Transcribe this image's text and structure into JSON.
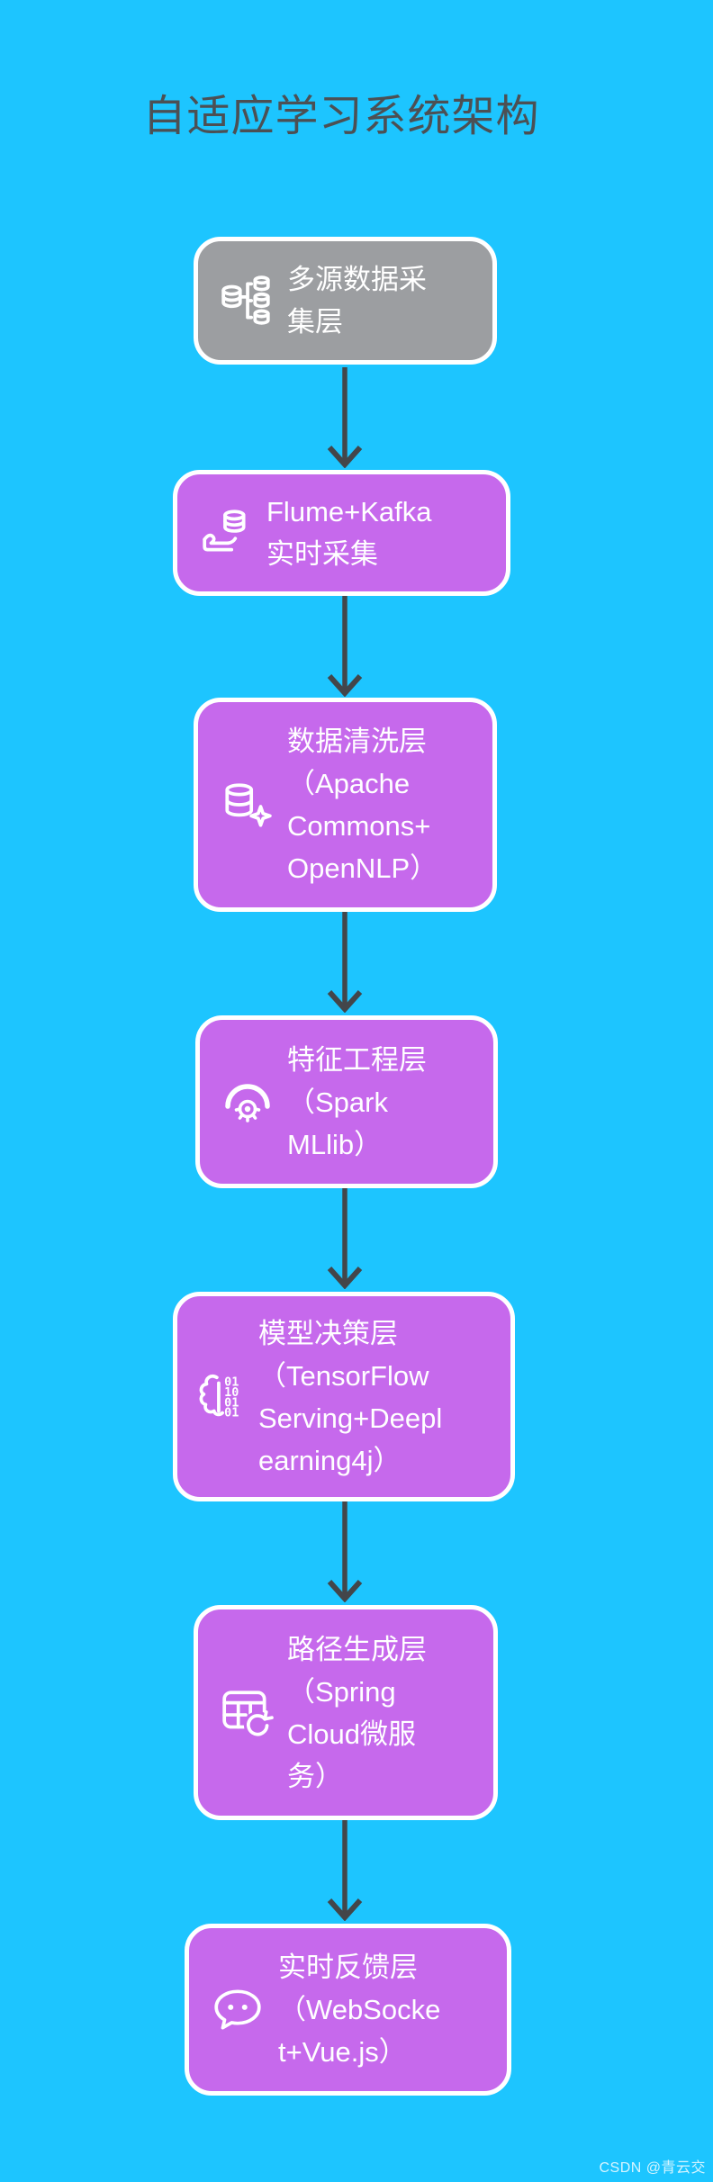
{
  "page": {
    "background_color": "#1DC5FF",
    "watermark": "CSDN @青云交"
  },
  "title": {
    "text": "自适应学习系统架构",
    "color": "#4C5054"
  },
  "colors": {
    "node_purple": "#C669EC",
    "node_gray": "#9C9EA1",
    "node_border": "#FFFFFF",
    "node_text": "#FFFFFF",
    "arrow": "#43464A"
  },
  "flow": {
    "direction": "top-down",
    "nodes": [
      {
        "id": "data-source-layer",
        "label": "多源数据采集层",
        "display": "多源数据采\n集层",
        "icon": "multi-source-database-icon",
        "fill": "#9C9EA1"
      },
      {
        "id": "realtime-collection",
        "label": "Flume+Kafka实时采集",
        "display": "Flume+Kafka\n实时采集",
        "icon": "hand-serving-database-icon",
        "fill": "#C669EC"
      },
      {
        "id": "data-cleaning-layer",
        "label": "数据清洗层（Apache Commons+OpenNLP）",
        "display": "数据清洗层\n（Apache\nCommons+\nOpenNLP）",
        "icon": "database-sparkle-icon",
        "fill": "#C669EC"
      },
      {
        "id": "feature-engineering-layer",
        "label": "特征工程层（Spark MLlib）",
        "display": "特征工程层\n（Spark\nMLlib）",
        "icon": "gear-arc-icon",
        "fill": "#C669EC"
      },
      {
        "id": "model-decision-layer",
        "label": "模型决策层（TensorFlow Serving+Deeplearning4j）",
        "display": "模型决策层\n（TensorFlow\nServing+Deepl\nearning4j）",
        "icon": "brain-binary-icon",
        "binary_rows": [
          "01",
          "10",
          "01",
          "01"
        ],
        "fill": "#C669EC"
      },
      {
        "id": "path-generation-layer",
        "label": "路径生成层（Spring Cloud微服务）",
        "display": "路径生成层\n（Spring\nCloud微服\n务）",
        "icon": "table-refresh-icon",
        "fill": "#C669EC"
      },
      {
        "id": "realtime-feedback-layer",
        "label": "实时反馈层（WebSocket+Vue.js）",
        "display": "实时反馈层\n（WebSocke\nt+Vue.js）",
        "icon": "chat-bubble-icon",
        "fill": "#C669EC"
      }
    ],
    "edges": [
      {
        "from": "data-source-layer",
        "to": "realtime-collection"
      },
      {
        "from": "realtime-collection",
        "to": "data-cleaning-layer"
      },
      {
        "from": "data-cleaning-layer",
        "to": "feature-engineering-layer"
      },
      {
        "from": "feature-engineering-layer",
        "to": "model-decision-layer"
      },
      {
        "from": "model-decision-layer",
        "to": "path-generation-layer"
      },
      {
        "from": "path-generation-layer",
        "to": "realtime-feedback-layer"
      }
    ]
  }
}
